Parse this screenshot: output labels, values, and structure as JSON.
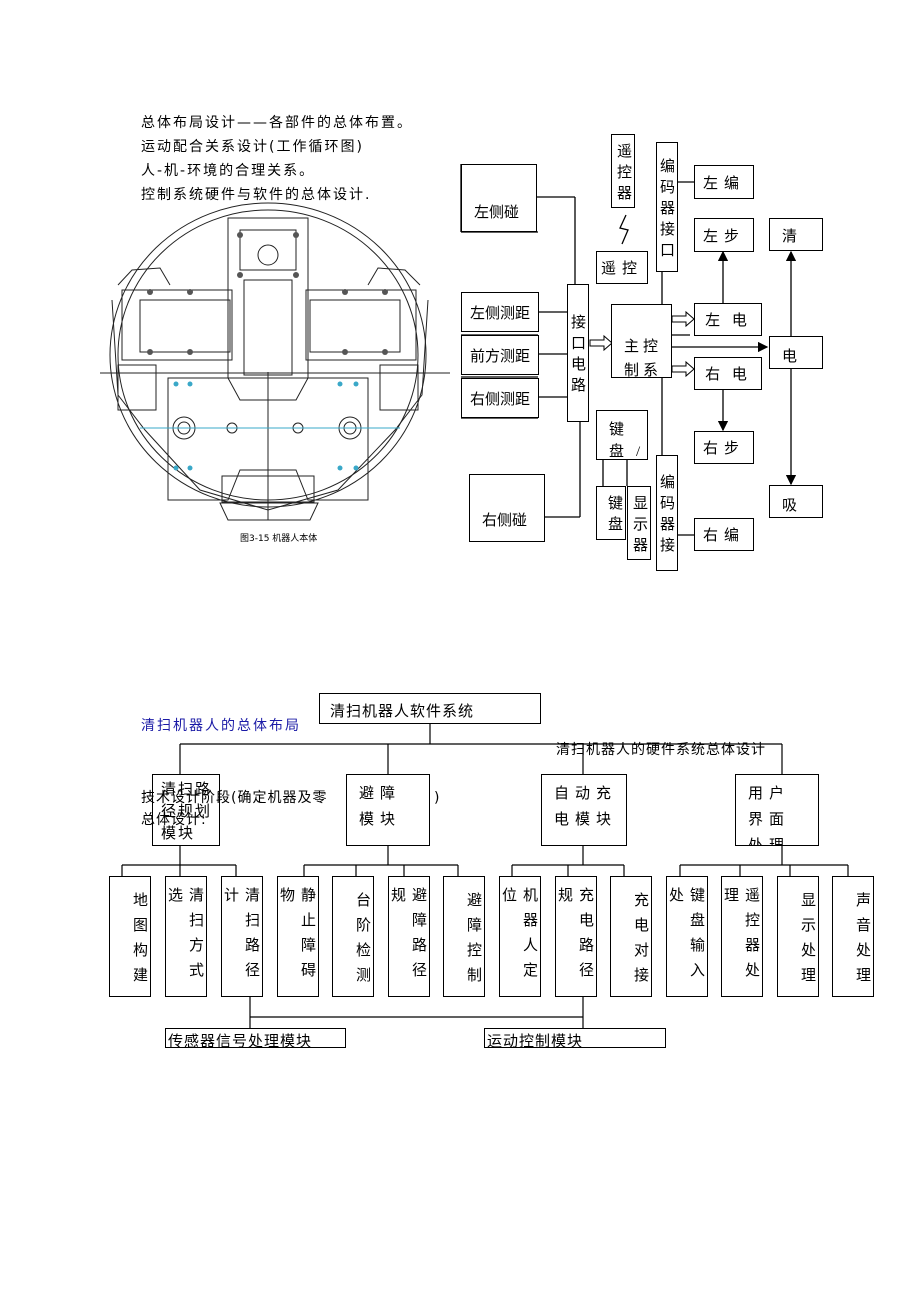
{
  "top_notes": [
    "总体布局设计——各部件的总体布置。",
    "运动配合关系设计(工作循环图)",
    "人-机-环境的合理关系。",
    "控制系统硬件与软件的总体设计."
  ],
  "figure_caption": "图3-15 机器人本体",
  "hw": {
    "left_sensors": [
      "左侧碰",
      "左侧测距",
      "前方测距",
      "右侧测距",
      "右侧碰"
    ],
    "interface_circuit": "接口电路",
    "remote_receiver": "遥控器",
    "remote": "遥控",
    "main_control": "主控制系",
    "keyboard_display": "键盘/",
    "keyboard": "键盘",
    "display": "显示器",
    "encoder_interface_top": "编码器接口",
    "encoder_interface_bottom": "编码器接",
    "left_encoder": "左编",
    "left_stepper": "左步",
    "left_motor": "左 电",
    "right_motor": "右 电",
    "right_stepper": "右步",
    "right_encoder": "右编",
    "clean": "清",
    "electric": "电",
    "suction": "吸"
  },
  "sw": {
    "title": "清扫机器人软件系统",
    "overall_layout_label": "清扫机器人的总体布局",
    "hardware_label": "清扫机器人的硬件系统总体设计",
    "tech_design_label": "技术设计阶段(确定机器及零",
    "overall_design_label": "总体设计:",
    "tech_design_close": ")",
    "modules": [
      {
        "label": "清扫路径规划模块",
        "leaves": [
          "地图构建",
          "清扫方式选",
          "清扫路径计"
        ]
      },
      {
        "label": "避障模块",
        "leaves": [
          "静止障碍物",
          "台阶检测",
          "避障路径规",
          "避障控制"
        ]
      },
      {
        "label": "自动充电模块",
        "leaves": [
          "机器人定位",
          "充电路径规",
          "充电对接"
        ]
      },
      {
        "label": "用户界面处理模块",
        "leaves": [
          "键盘输入处",
          "遥控器处理",
          "显示处理",
          "声音处理"
        ]
      }
    ],
    "sensor_module": "传感器信号处理模块",
    "motion_module": "运动控制模块"
  }
}
